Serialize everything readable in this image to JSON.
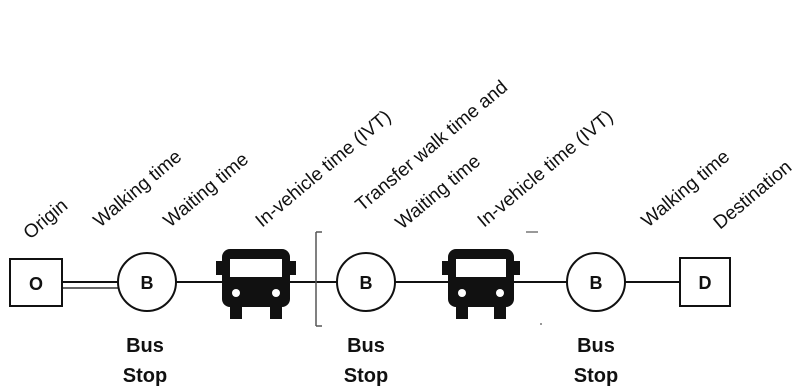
{
  "labels": {
    "origin": "Origin",
    "walking_1": "Walking time",
    "waiting_1": "Waiting time",
    "ivt_1": "In-vehicle time (IVT)",
    "transfer_line1": "Transfer walk time and",
    "transfer_line2": "Waiting time",
    "ivt_2": "In-vehicle time (IVT)",
    "walking_2": "Walking time",
    "destination": "Destination"
  },
  "nodes": {
    "origin_letter": "O",
    "stop_letter_1": "B",
    "stop_letter_2": "B",
    "stop_letter_3": "B",
    "destination_letter": "D"
  },
  "stops": [
    {
      "line1": "Bus",
      "line2": "Stop"
    },
    {
      "line1": "Bus",
      "line2": "Stop"
    },
    {
      "line1": "Bus",
      "line2": "Stop"
    }
  ],
  "icons": {
    "bus_1": "bus-icon",
    "bus_2": "bus-icon"
  }
}
